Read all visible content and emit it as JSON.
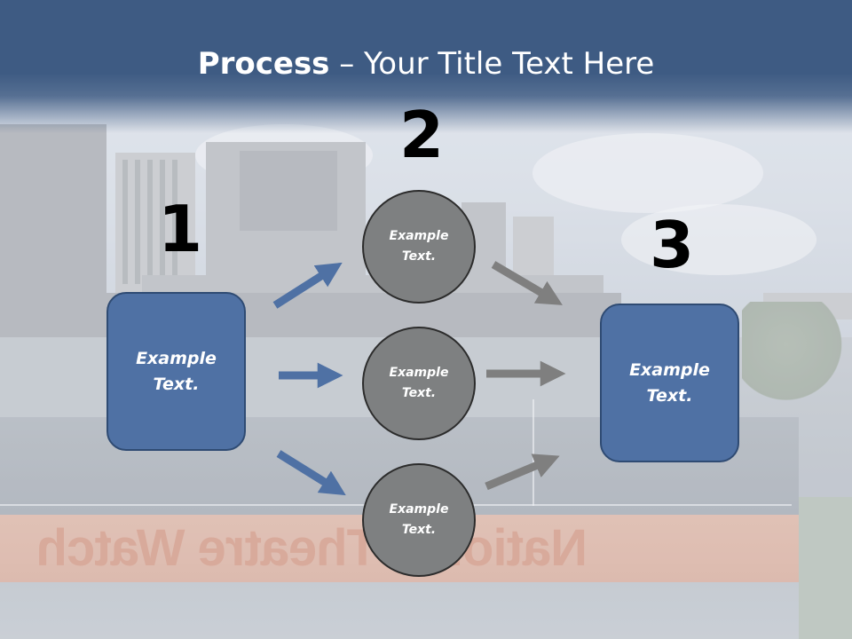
{
  "header": {
    "title_bold": "Process",
    "title_rest": " – Your Title Text Here"
  },
  "steps": {
    "n1": "1",
    "n2": "2",
    "n3": "3"
  },
  "left_box": {
    "text": "Example\nText."
  },
  "right_box": {
    "text": "Example\nText."
  },
  "circles": [
    {
      "text": "Example\nText."
    },
    {
      "text": "Example\nText."
    },
    {
      "text": "Example\nText."
    }
  ],
  "background": {
    "banner_text": "National Theatre Watch"
  },
  "colors": {
    "header": "#3e5b83",
    "box_fill": "#4f71a4",
    "circle_fill": "#7e8081",
    "arrow_blue": "#4f71a4",
    "arrow_gray": "#7f7f7f"
  }
}
